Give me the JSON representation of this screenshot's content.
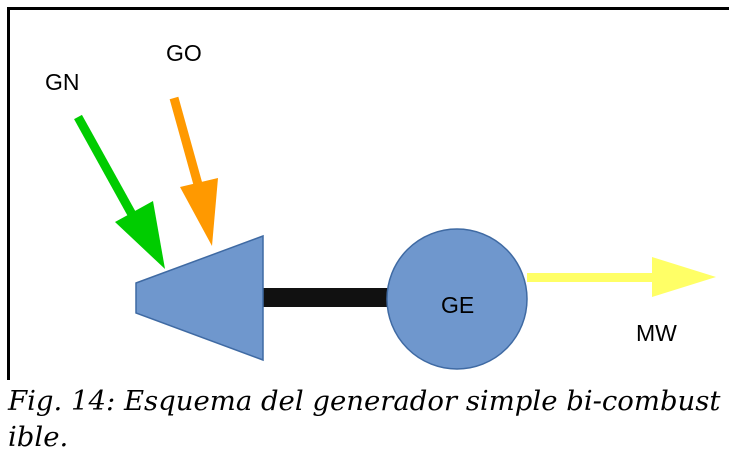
{
  "diagram": {
    "nodes": [
      {
        "id": "compressor",
        "shape": "trapezoid",
        "label": ""
      },
      {
        "id": "generator",
        "shape": "circle",
        "label": "GE"
      }
    ],
    "inputs": [
      {
        "label": "GN",
        "color": "#00cc00"
      },
      {
        "label": "GO",
        "color": "#ff9900"
      }
    ],
    "output": {
      "label": "MW",
      "color": "#ffff66"
    },
    "shaft_color": "#111111",
    "node_fill": "#6f97cd",
    "node_stroke": "#3f6aa3"
  },
  "caption": {
    "text": "Fig. 14: Esquema del generador simple bi-combustible."
  }
}
